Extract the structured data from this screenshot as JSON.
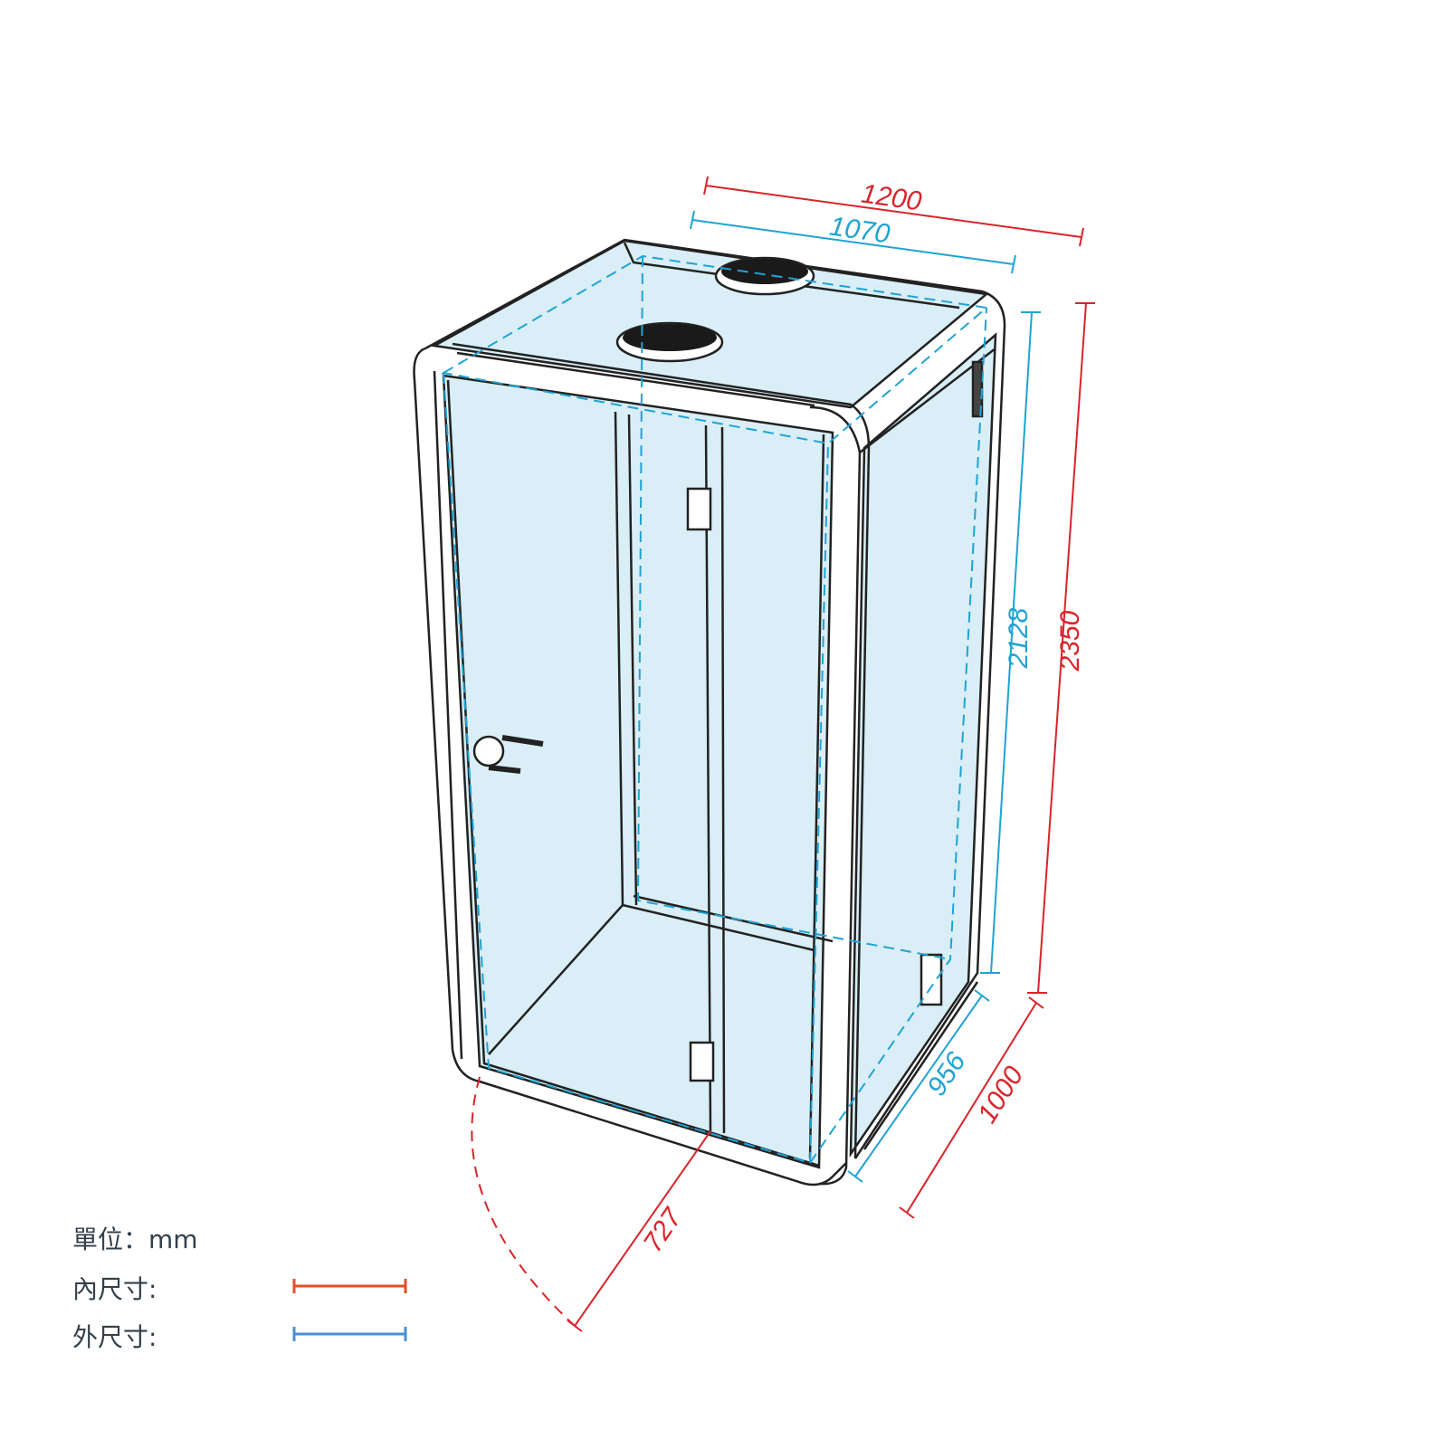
{
  "dimensions": {
    "outer_width": "1200",
    "inner_width": "1070",
    "inner_height": "2128",
    "outer_height": "2350",
    "inner_depth": "956",
    "outer_depth": "1000",
    "door_swing": "727"
  },
  "legend": {
    "unit": "單位：mm",
    "inner_label": "內尺寸:",
    "outer_label": "外尺寸:"
  },
  "colors": {
    "inner": "#d9242a",
    "outer": "#1fa3d4",
    "glass": "#d9eef6"
  }
}
